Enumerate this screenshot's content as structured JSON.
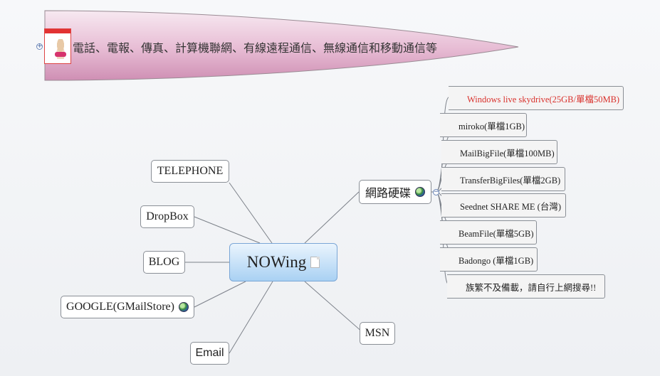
{
  "central": {
    "label": "NOWing",
    "icon": "document-icon"
  },
  "banner": {
    "text": "電話、電報、傳真、計算機聯網、有線遠程通信、無線通信和移動通信等",
    "icon": "magazine-thumbnail"
  },
  "left_nodes": [
    {
      "label": "TELEPHONE"
    },
    {
      "label": "DropBox"
    },
    {
      "label": "BLOG"
    },
    {
      "label": "GOOGLE(GMailStore)",
      "icon": "globe-icon"
    },
    {
      "label": "Email"
    }
  ],
  "msn": {
    "label": "MSN"
  },
  "network_drive": {
    "label": "網路硬碟",
    "icon": "globe-icon"
  },
  "leaves": [
    {
      "label": "Windows live skydrive(25GB/單檔50MB)",
      "color": "#d9302b"
    },
    {
      "label": "miroko(單檔1GB)"
    },
    {
      "label": "MailBigFile(單檔100MB)"
    },
    {
      "label": "TransferBigFiles(單檔2GB)"
    },
    {
      "label": "Seednet SHARE ME (台灣)"
    },
    {
      "label": "BeamFile(單檔5GB)"
    },
    {
      "label": "Badongo (單檔1GB)"
    },
    {
      "label": "族繁不及備載，請自行上網搜尋!!"
    }
  ],
  "colors": {
    "banner_fill": "#d9a3c2",
    "central_fill": "#a9d1f3",
    "line": "#7c8189"
  }
}
